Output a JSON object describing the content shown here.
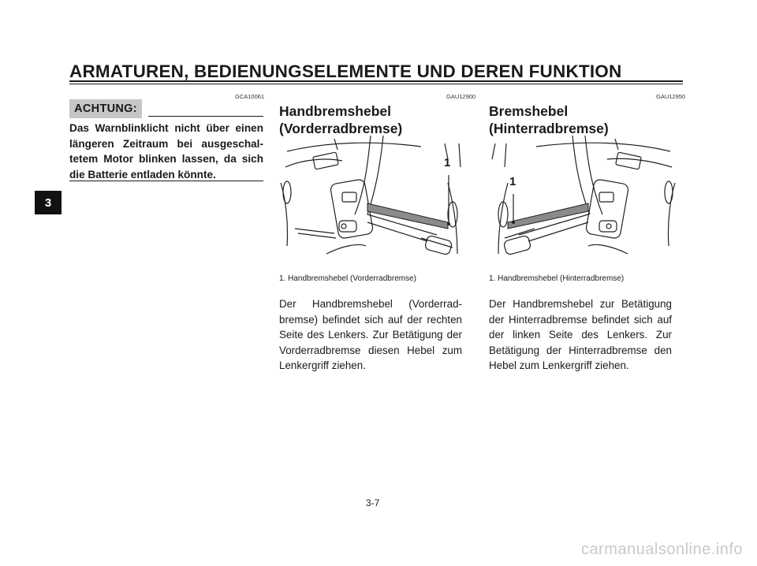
{
  "header": {
    "title": "ARMATUREN, BEDIENUNGSELEMENTE UND DEREN FUNKTION"
  },
  "chapter_tab": "3",
  "warning": {
    "code": "GCA10061",
    "badge": "ACHTUNG:",
    "text": "Das Warnblinklicht nicht über einen längeren Zeitraum bei ausgeschal-tetem Motor blinken lassen, da sich die Batterie entladen könnte."
  },
  "front_brake": {
    "code": "GAU12900",
    "title": "Handbremshebel (Vorderradbremse)",
    "callout": "1",
    "caption": "1. Handbremshebel (Vorderradbremse)",
    "text": "Der Handbremshebel (Vorderrad-bremse) befindet sich auf der rechten Seite des Lenkers. Zur Betätigung der Vorderradbremse diesen Hebel zum Lenkergriff ziehen."
  },
  "rear_brake": {
    "code": "GAU12950",
    "title": "Bremshebel (Hinterradbremse)",
    "callout": "1",
    "caption": "1. Handbremshebel (Hinterradbremse)",
    "text": "Der Handbremshebel zur Betätigung der Hinterradbremse befindet sich auf der linken Seite des Lenkers. Zur Betätigung der Hinterradbremse den Hebel zum Lenkergriff ziehen."
  },
  "page_number": "3-7",
  "watermark": "carmanualsonline.info"
}
